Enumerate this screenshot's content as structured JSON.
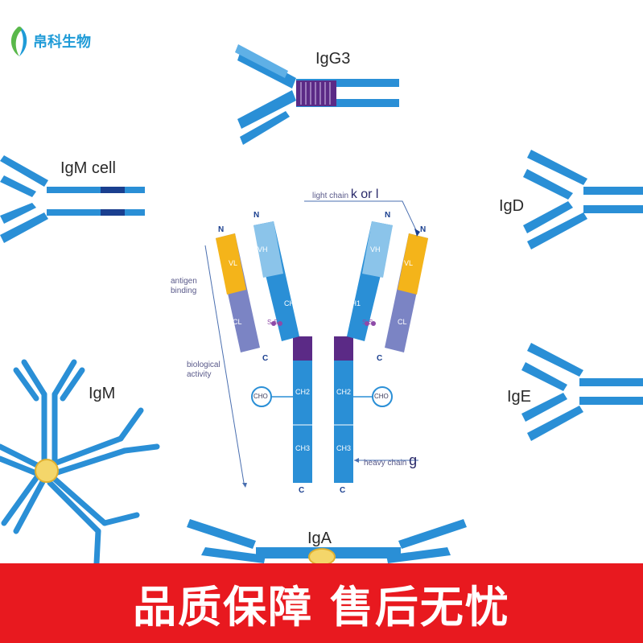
{
  "logo": {
    "text": "帛科生物"
  },
  "isotypes": {
    "igg3": "IgG3",
    "igm_cell": "IgM cell",
    "igd": "IgD",
    "igm": "IgM",
    "ige": "IgE",
    "iga": "IgA"
  },
  "antibody": {
    "light_chain_prefix": "light chain",
    "light_chain_symbols": "k or l",
    "heavy_chain_prefix": "heavy chain",
    "heavy_chain_symbol": "g",
    "antigen_binding": "antigen binding",
    "biological_activity": "biological activity",
    "n_terminus": "N",
    "c_terminus": "C",
    "disulfide": "S-S",
    "carbohydrate": "CHO",
    "domains": {
      "vh": "VH",
      "vl": "VL",
      "ch1": "CH1",
      "cl": "CL",
      "ch2": "CH2",
      "ch3": "CH3"
    }
  },
  "banner": {
    "text": "品质保障 售后无忧"
  },
  "colors": {
    "chain_blue": "#2a8fd6",
    "chain_light": "#5fb0e6",
    "hinge_purple": "#5b2a86",
    "variable_yellow": "#f4b41a",
    "constant_lavender": "#7b84c4",
    "banner_red": "#e8191f",
    "logo_blue": "#1f9bd7",
    "logo_green": "#59b84a"
  }
}
